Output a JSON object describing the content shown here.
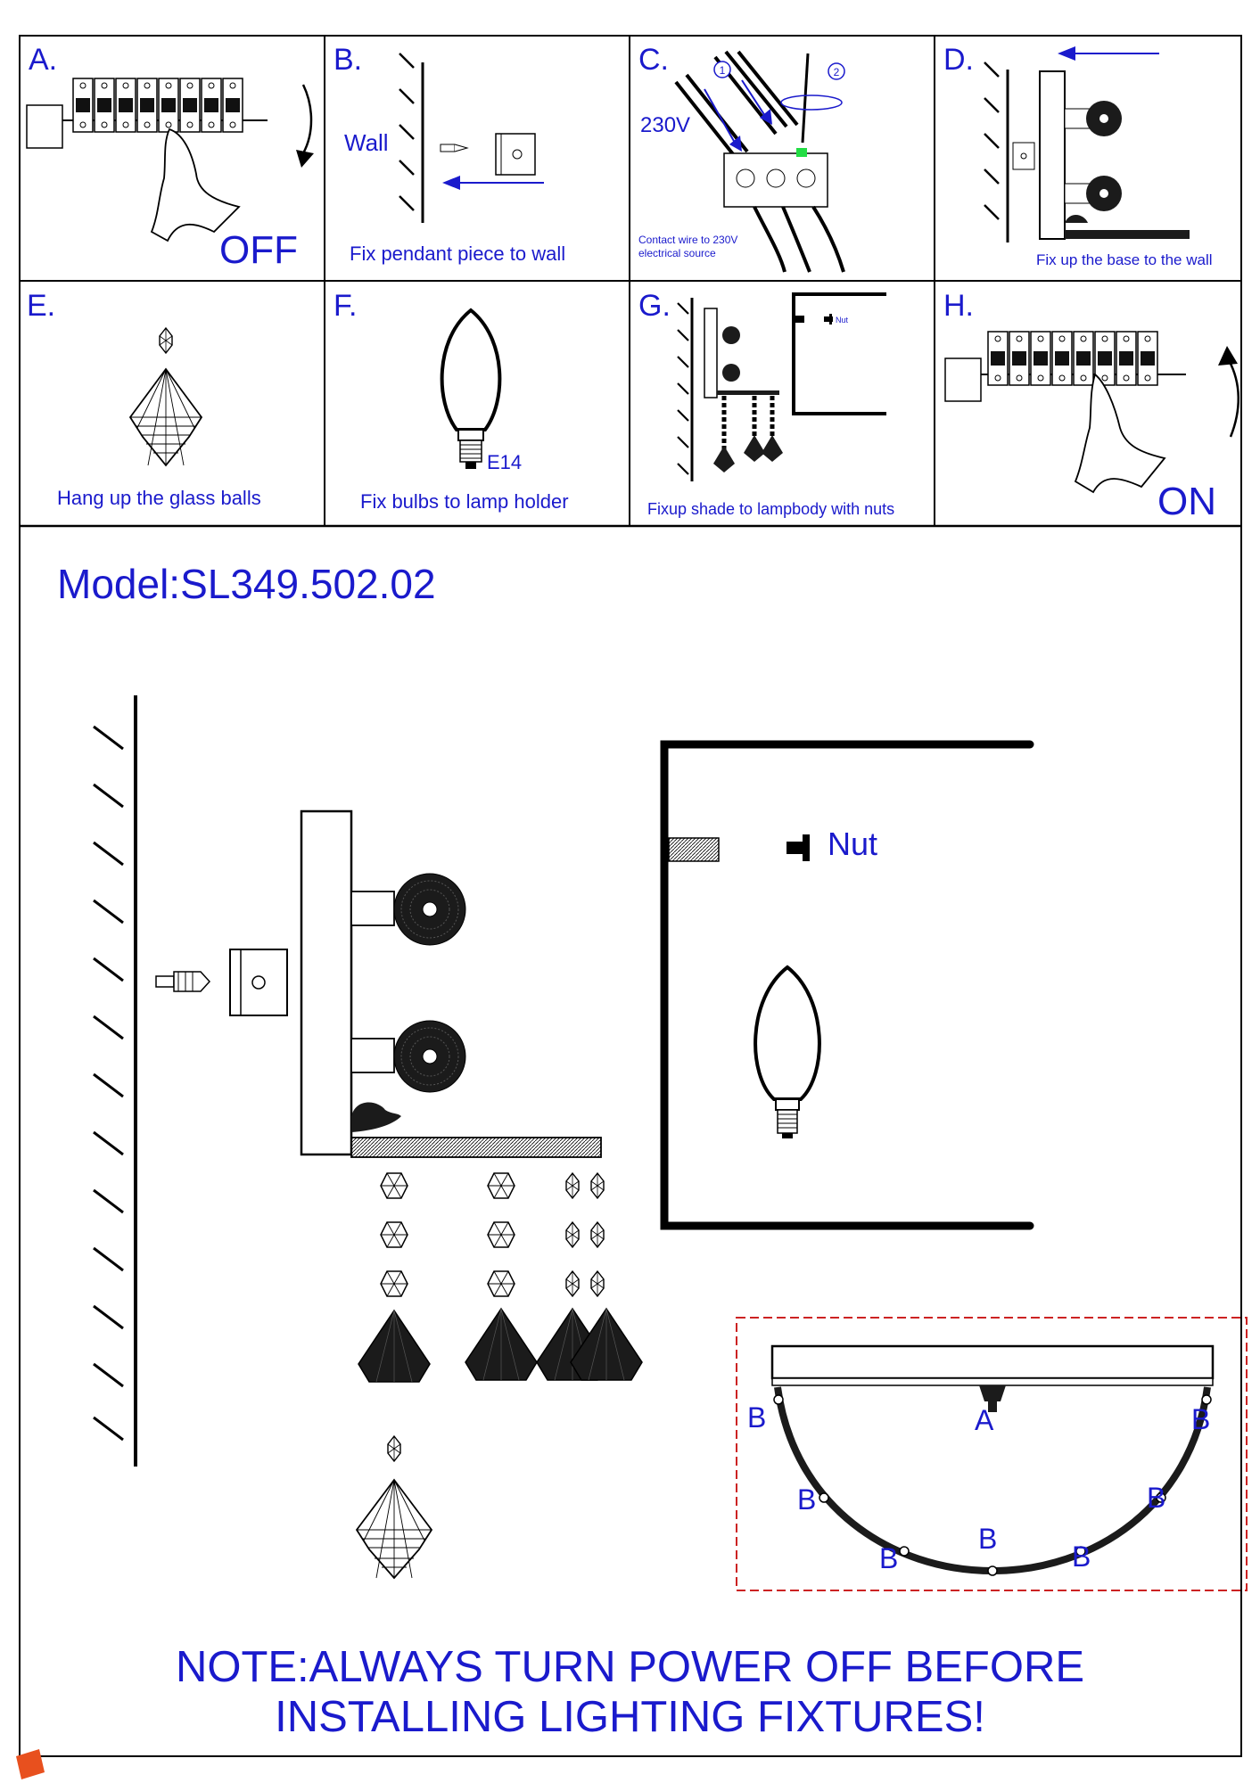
{
  "steps": [
    {
      "letter": "A.",
      "caption": "OFF"
    },
    {
      "letter": "B.",
      "caption": "Fix pendant piece to wall",
      "wall_label": "Wall"
    },
    {
      "letter": "C.",
      "caption": "Contact wire to 230V electrical source",
      "voltage": "230V",
      "marker_1": "1",
      "marker_2": "2"
    },
    {
      "letter": "D.",
      "caption": "Fix up the base to the wall"
    },
    {
      "letter": "E.",
      "caption": "Hang up the glass balls"
    },
    {
      "letter": "F.",
      "caption": "Fix bulbs to lamp holder",
      "bulb_label": "E14"
    },
    {
      "letter": "G.",
      "caption": "Fixup shade to lampbody with nuts",
      "nut_label": "Nut"
    },
    {
      "letter": "H.",
      "caption": "ON"
    }
  ],
  "model": "Model:SL349.502.02",
  "main": {
    "nut_label": "Nut",
    "callout_a": "A",
    "callout_b": "B"
  },
  "note": {
    "line1": "NOTE:ALWAYS TURN POWER OFF BEFORE",
    "line2": "INSTALLING LIGHTING FIXTURES!"
  },
  "colors": {
    "text": "#1a1acc",
    "line": "#000000",
    "detail_border": "#cc2222",
    "wire_highlight": "#22dd44",
    "badge": "#e8501e"
  }
}
